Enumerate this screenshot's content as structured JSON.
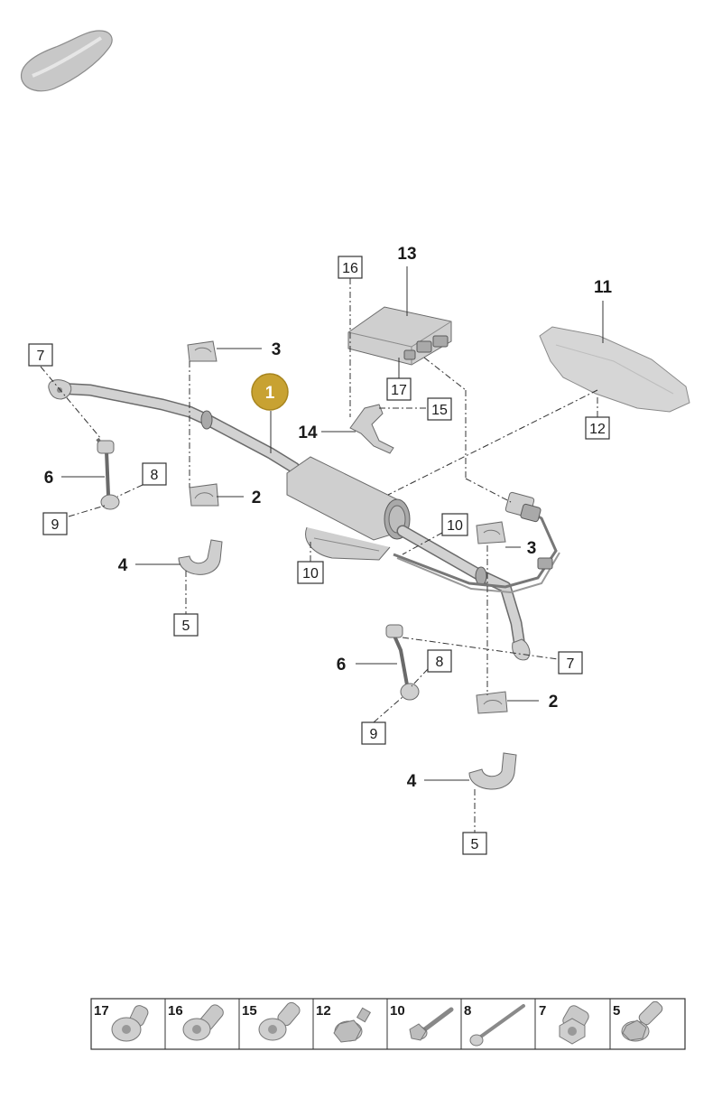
{
  "highlight_label": "1",
  "colors": {
    "highlight": "#c8a232",
    "part_fill": "#cfcfcf",
    "part_edge": "#6a6a6a"
  },
  "callouts_bold": [
    {
      "id": "c13",
      "text": "13"
    },
    {
      "id": "c11",
      "text": "11"
    },
    {
      "id": "c3a",
      "text": "3"
    },
    {
      "id": "c14",
      "text": "14"
    },
    {
      "id": "c6a",
      "text": "6"
    },
    {
      "id": "c2a",
      "text": "2"
    },
    {
      "id": "c4a",
      "text": "4"
    },
    {
      "id": "c3b",
      "text": "3"
    },
    {
      "id": "c6b",
      "text": "6"
    },
    {
      "id": "c2b",
      "text": "2"
    },
    {
      "id": "c4b",
      "text": "4"
    }
  ],
  "callouts_boxed": [
    {
      "id": "b16",
      "text": "16"
    },
    {
      "id": "b7a",
      "text": "7"
    },
    {
      "id": "b17",
      "text": "17"
    },
    {
      "id": "b15",
      "text": "15"
    },
    {
      "id": "b12",
      "text": "12"
    },
    {
      "id": "b8a",
      "text": "8"
    },
    {
      "id": "b9a",
      "text": "9"
    },
    {
      "id": "b10a",
      "text": "10"
    },
    {
      "id": "b10b",
      "text": "10"
    },
    {
      "id": "b5a",
      "text": "5"
    },
    {
      "id": "b7b",
      "text": "7"
    },
    {
      "id": "b8b",
      "text": "8"
    },
    {
      "id": "b9b",
      "text": "9"
    },
    {
      "id": "b5b",
      "text": "5"
    }
  ],
  "hardware_table": {
    "cells": [
      {
        "label": "17",
        "icon": "flange-bolt-short-icon"
      },
      {
        "label": "16",
        "icon": "flange-bolt-medium-icon"
      },
      {
        "label": "15",
        "icon": "flange-bolt-icon"
      },
      {
        "label": "12",
        "icon": "hex-nut-washer-icon"
      },
      {
        "label": "10",
        "icon": "hex-bolt-long-icon"
      },
      {
        "label": "8",
        "icon": "long-bolt-icon"
      },
      {
        "label": "7",
        "icon": "hex-nut-icon"
      },
      {
        "label": "5",
        "icon": "hex-flange-bolt-icon"
      }
    ]
  }
}
